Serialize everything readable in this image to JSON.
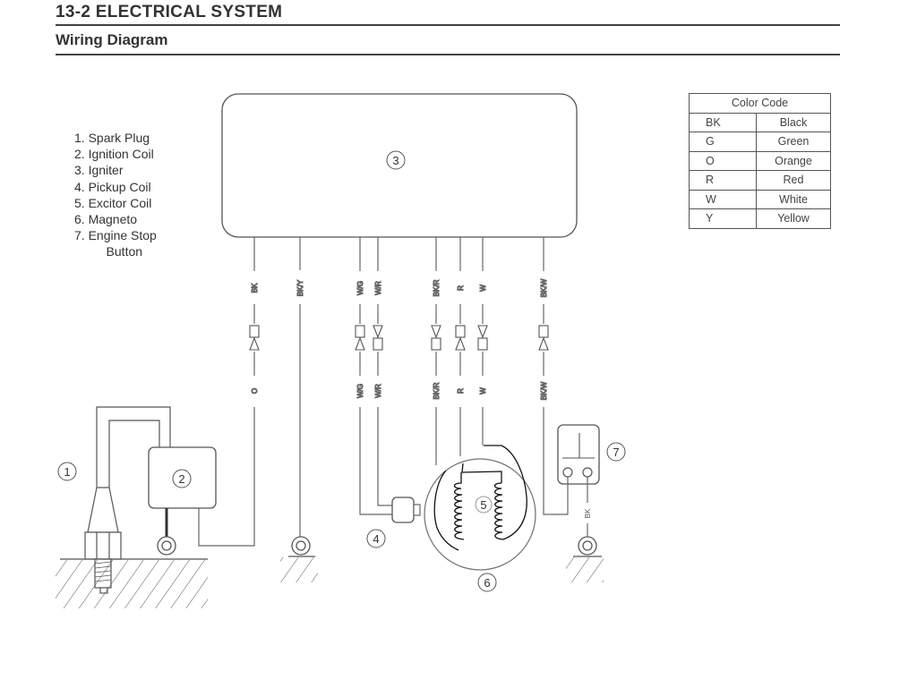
{
  "header": {
    "section_title": "13-2  ELECTRICAL SYSTEM",
    "subtitle": "Wiring Diagram"
  },
  "legend": {
    "items": [
      {
        "num": "1",
        "label": "1. Spark Plug"
      },
      {
        "num": "2",
        "label": "2. Ignition Coil"
      },
      {
        "num": "3",
        "label": "3. Igniter"
      },
      {
        "num": "4",
        "label": "4. Pickup Coil"
      },
      {
        "num": "5",
        "label": "5. Excitor Coil"
      },
      {
        "num": "6",
        "label": "6. Magneto"
      },
      {
        "num": "7",
        "label": "7. Engine Stop"
      },
      {
        "num": "",
        "label": "    Button"
      }
    ]
  },
  "color_code": {
    "title": "Color Code",
    "rows": [
      {
        "code": "BK",
        "name": "Black"
      },
      {
        "code": "G",
        "name": "Green"
      },
      {
        "code": "O",
        "name": "Orange"
      },
      {
        "code": "R",
        "name": "Red"
      },
      {
        "code": "W",
        "name": "White"
      },
      {
        "code": "Y",
        "name": "Yellow"
      }
    ]
  },
  "diagram": {
    "callouts": {
      "spark_plug": "1",
      "ignition_coil": "2",
      "igniter": "3",
      "pickup_coil": "4",
      "excitor_coil": "5",
      "magneto": "6",
      "engine_stop_button": "7"
    },
    "wires": [
      {
        "id": "bk-o",
        "upper_label": "BK",
        "lower_label": "O",
        "connector": "box-over-triangle"
      },
      {
        "id": "bk-y",
        "upper_label": "BK/Y",
        "lower_label": "",
        "connector": "none"
      },
      {
        "id": "w-g",
        "upper_label": "W/G",
        "lower_label": "W/G",
        "connector": "box-over-triangle"
      },
      {
        "id": "w-r",
        "upper_label": "W/R",
        "lower_label": "W/R",
        "connector": "triangle-over-box"
      },
      {
        "id": "bk-r",
        "upper_label": "BK/R",
        "lower_label": "BK/R",
        "connector": "triangle-over-box"
      },
      {
        "id": "r",
        "upper_label": "R",
        "lower_label": "R",
        "connector": "box-over-triangle"
      },
      {
        "id": "w",
        "upper_label": "W",
        "lower_label": "W",
        "connector": "triangle-over-box"
      },
      {
        "id": "bk-w",
        "upper_label": "BK/W",
        "lower_label": "BK/W",
        "connector": "box-over-triangle"
      }
    ],
    "stop_button_ground_label": "BK"
  }
}
